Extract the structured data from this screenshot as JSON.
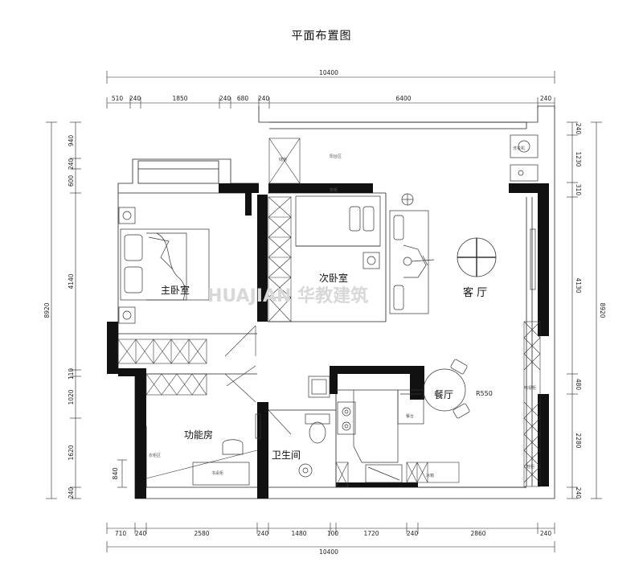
{
  "title": "平面布置图",
  "rooms": {
    "master_bedroom": "主卧室",
    "second_bedroom": "次卧室",
    "living_room": "客 厅",
    "dining_room": "餐厅",
    "function_room": "功能房",
    "bathroom": "卫生间"
  },
  "annotations": {
    "radius": "R550",
    "height_840": "840"
  },
  "dims_top": {
    "overall": "10400",
    "segments": [
      "510",
      "240",
      "1850",
      "240",
      "680",
      "240",
      "6400",
      "240"
    ]
  },
  "dims_bottom": {
    "overall": "10400",
    "segments": [
      "710",
      "240",
      "2580",
      "240",
      "1480",
      "100",
      "1720",
      "240",
      "2860",
      "240"
    ]
  },
  "dims_left": {
    "overall": "8920",
    "segments": [
      "940",
      "240",
      "600",
      "4140",
      "110",
      "1020",
      "1620",
      "240"
    ]
  },
  "dims_right": {
    "overall": "8920",
    "segments": [
      "240",
      "1230",
      "310",
      "4130",
      "480",
      "2280",
      "240"
    ]
  },
  "watermark": "HUAJIAN 华教建筑",
  "small_labels": [
    "阳台区",
    "储物",
    "衣柜",
    "餐台",
    "洗衣机",
    "鞋柜",
    "电视柜",
    "书桌柜",
    "衣柜区",
    "冰箱"
  ]
}
